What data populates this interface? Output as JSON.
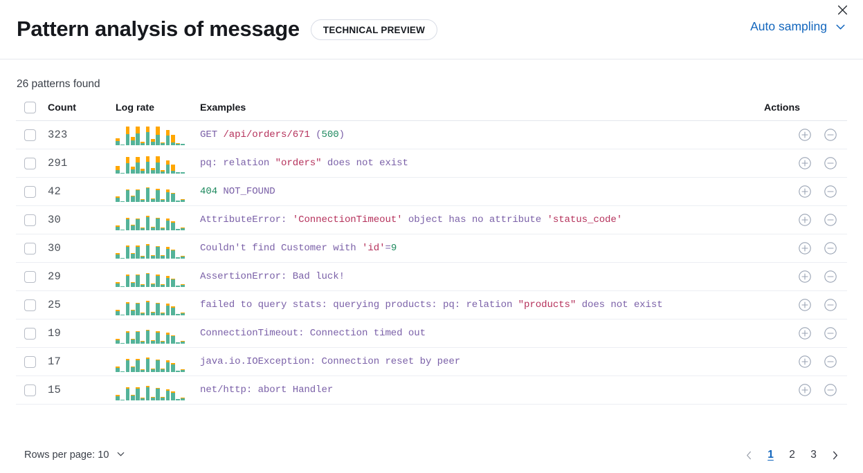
{
  "header": {
    "title": "Pattern analysis of message",
    "badge": "TECHNICAL PREVIEW",
    "sampling_label": "Auto sampling",
    "close_icon": "close-icon",
    "chevron_icon": "chevron-down-icon"
  },
  "summary": {
    "patterns_found": "26 patterns found"
  },
  "table": {
    "columns": {
      "select": "",
      "count": "Count",
      "log_rate": "Log rate",
      "examples": "Examples",
      "actions": "Actions"
    },
    "rows": [
      {
        "count": "323",
        "example": "GET /api/orders/671 (500)",
        "tokens": [
          {
            "t": "GET ",
            "k": "plain"
          },
          {
            "t": "/api/orders/671",
            "k": "str"
          },
          {
            "t": " (",
            "k": "plain"
          },
          {
            "t": "500",
            "k": "num"
          },
          {
            "t": ")",
            "k": "plain"
          }
        ],
        "spark": [
          {
            "t": 22,
            "o": 16
          },
          {
            "t": 4,
            "o": 0
          },
          {
            "t": 58,
            "o": 42
          },
          {
            "t": 26,
            "o": 18
          },
          {
            "t": 62,
            "o": 38
          },
          {
            "t": 12,
            "o": 8
          },
          {
            "t": 68,
            "o": 32
          },
          {
            "t": 20,
            "o": 12
          },
          {
            "t": 56,
            "o": 44
          },
          {
            "t": 10,
            "o": 6
          },
          {
            "t": 52,
            "o": 28
          },
          {
            "t": 16,
            "o": 40
          },
          {
            "t": 6,
            "o": 4
          },
          {
            "t": 9,
            "o": 0
          }
        ]
      },
      {
        "count": "291",
        "example": "pq: relation \"orders\" does not exist",
        "tokens": [
          {
            "t": "pq: relation ",
            "k": "plain"
          },
          {
            "t": "\"orders\"",
            "k": "str"
          },
          {
            "t": " does not exist",
            "k": "plain"
          }
        ],
        "spark": [
          {
            "t": 20,
            "o": 22
          },
          {
            "t": 4,
            "o": 0
          },
          {
            "t": 54,
            "o": 34
          },
          {
            "t": 22,
            "o": 16
          },
          {
            "t": 58,
            "o": 30
          },
          {
            "t": 14,
            "o": 10
          },
          {
            "t": 64,
            "o": 26
          },
          {
            "t": 18,
            "o": 12
          },
          {
            "t": 58,
            "o": 32
          },
          {
            "t": 12,
            "o": 8
          },
          {
            "t": 48,
            "o": 22
          },
          {
            "t": 14,
            "o": 34
          },
          {
            "t": 6,
            "o": 3
          },
          {
            "t": 9,
            "o": 0
          }
        ]
      },
      {
        "count": "42",
        "example": "404 NOT_FOUND",
        "tokens": [
          {
            "t": "404",
            "k": "num"
          },
          {
            "t": " NOT_FOUND",
            "k": "plain"
          }
        ],
        "spark": [
          {
            "t": 22,
            "o": 6
          },
          {
            "t": 4,
            "o": 0
          },
          {
            "t": 62,
            "o": 5
          },
          {
            "t": 28,
            "o": 4
          },
          {
            "t": 62,
            "o": 4
          },
          {
            "t": 10,
            "o": 3
          },
          {
            "t": 72,
            "o": 6
          },
          {
            "t": 16,
            "o": 4
          },
          {
            "t": 64,
            "o": 5
          },
          {
            "t": 12,
            "o": 4
          },
          {
            "t": 52,
            "o": 14
          },
          {
            "t": 44,
            "o": 4
          },
          {
            "t": 6,
            "o": 3
          },
          {
            "t": 11,
            "o": 5
          }
        ]
      },
      {
        "count": "30",
        "example": "AttributeError: 'ConnectionTimeout' object has no attribute 'status_code'",
        "tokens": [
          {
            "t": "AttributeError: ",
            "k": "plain"
          },
          {
            "t": "'ConnectionTimeout'",
            "k": "str"
          },
          {
            "t": " object has no attribute ",
            "k": "plain"
          },
          {
            "t": "'status_code'",
            "k": "str"
          }
        ],
        "spark": [
          {
            "t": 20,
            "o": 6
          },
          {
            "t": 4,
            "o": 0
          },
          {
            "t": 60,
            "o": 6
          },
          {
            "t": 26,
            "o": 4
          },
          {
            "t": 60,
            "o": 4
          },
          {
            "t": 12,
            "o": 4
          },
          {
            "t": 70,
            "o": 7
          },
          {
            "t": 16,
            "o": 4
          },
          {
            "t": 62,
            "o": 5
          },
          {
            "t": 12,
            "o": 4
          },
          {
            "t": 50,
            "o": 12
          },
          {
            "t": 42,
            "o": 4
          },
          {
            "t": 6,
            "o": 3
          },
          {
            "t": 10,
            "o": 5
          }
        ]
      },
      {
        "count": "30",
        "example": "Couldn't find Customer with 'id'=9",
        "tokens": [
          {
            "t": "Couldn't find Customer with ",
            "k": "plain"
          },
          {
            "t": "'id'",
            "k": "str"
          },
          {
            "t": "=",
            "k": "plain"
          },
          {
            "t": "9",
            "k": "num"
          }
        ],
        "spark": [
          {
            "t": 22,
            "o": 7
          },
          {
            "t": 4,
            "o": 0
          },
          {
            "t": 62,
            "o": 6
          },
          {
            "t": 24,
            "o": 4
          },
          {
            "t": 64,
            "o": 4
          },
          {
            "t": 11,
            "o": 4
          },
          {
            "t": 70,
            "o": 6
          },
          {
            "t": 15,
            "o": 4
          },
          {
            "t": 62,
            "o": 5
          },
          {
            "t": 13,
            "o": 4
          },
          {
            "t": 50,
            "o": 12
          },
          {
            "t": 44,
            "o": 4
          },
          {
            "t": 6,
            "o": 3
          },
          {
            "t": 10,
            "o": 5
          }
        ]
      },
      {
        "count": "29",
        "example": "AssertionError: Bad luck!",
        "tokens": [
          {
            "t": "AssertionError: Bad luck!",
            "k": "plain"
          }
        ],
        "spark": [
          {
            "t": 20,
            "o": 7
          },
          {
            "t": 4,
            "o": 0
          },
          {
            "t": 60,
            "o": 6
          },
          {
            "t": 22,
            "o": 4
          },
          {
            "t": 62,
            "o": 4
          },
          {
            "t": 11,
            "o": 4
          },
          {
            "t": 68,
            "o": 6
          },
          {
            "t": 14,
            "o": 4
          },
          {
            "t": 60,
            "o": 5
          },
          {
            "t": 12,
            "o": 4
          },
          {
            "t": 48,
            "o": 12
          },
          {
            "t": 40,
            "o": 4
          },
          {
            "t": 6,
            "o": 3
          },
          {
            "t": 10,
            "o": 5
          }
        ]
      },
      {
        "count": "25",
        "example": "failed to query stats: querying products: pq: relation \"products\" does not exist",
        "tokens": [
          {
            "t": "failed to query stats: querying products: pq: relation ",
            "k": "plain"
          },
          {
            "t": "\"products\"",
            "k": "str"
          },
          {
            "t": " does not exist",
            "k": "plain"
          }
        ],
        "spark": [
          {
            "t": 22,
            "o": 7
          },
          {
            "t": 4,
            "o": 0
          },
          {
            "t": 62,
            "o": 6
          },
          {
            "t": 24,
            "o": 4
          },
          {
            "t": 62,
            "o": 4
          },
          {
            "t": 12,
            "o": 4
          },
          {
            "t": 70,
            "o": 6
          },
          {
            "t": 15,
            "o": 4
          },
          {
            "t": 62,
            "o": 5
          },
          {
            "t": 12,
            "o": 4
          },
          {
            "t": 50,
            "o": 12
          },
          {
            "t": 42,
            "o": 4
          },
          {
            "t": 6,
            "o": 3
          },
          {
            "t": 10,
            "o": 5
          }
        ]
      },
      {
        "count": "19",
        "example": "ConnectionTimeout: Connection timed out",
        "tokens": [
          {
            "t": "ConnectionTimeout: Connection timed out",
            "k": "plain"
          }
        ],
        "spark": [
          {
            "t": 20,
            "o": 7
          },
          {
            "t": 4,
            "o": 0
          },
          {
            "t": 60,
            "o": 6
          },
          {
            "t": 22,
            "o": 4
          },
          {
            "t": 62,
            "o": 4
          },
          {
            "t": 11,
            "o": 4
          },
          {
            "t": 68,
            "o": 6
          },
          {
            "t": 14,
            "o": 4
          },
          {
            "t": 60,
            "o": 5
          },
          {
            "t": 12,
            "o": 4
          },
          {
            "t": 48,
            "o": 12
          },
          {
            "t": 40,
            "o": 4
          },
          {
            "t": 6,
            "o": 3
          },
          {
            "t": 10,
            "o": 5
          }
        ]
      },
      {
        "count": "17",
        "example": "java.io.IOException: Connection reset by peer",
        "tokens": [
          {
            "t": "java.io.IOException: Connection reset by peer",
            "k": "plain"
          }
        ],
        "spark": [
          {
            "t": 22,
            "o": 7
          },
          {
            "t": 4,
            "o": 0
          },
          {
            "t": 62,
            "o": 6
          },
          {
            "t": 24,
            "o": 4
          },
          {
            "t": 64,
            "o": 4
          },
          {
            "t": 12,
            "o": 4
          },
          {
            "t": 70,
            "o": 6
          },
          {
            "t": 15,
            "o": 4
          },
          {
            "t": 62,
            "o": 5
          },
          {
            "t": 13,
            "o": 4
          },
          {
            "t": 50,
            "o": 12
          },
          {
            "t": 42,
            "o": 4
          },
          {
            "t": 6,
            "o": 3
          },
          {
            "t": 10,
            "o": 5
          }
        ]
      },
      {
        "count": "15",
        "example": "net/http: abort Handler",
        "tokens": [
          {
            "t": "net/http: abort Handler",
            "k": "plain"
          }
        ],
        "spark": [
          {
            "t": 22,
            "o": 7
          },
          {
            "t": 4,
            "o": 0
          },
          {
            "t": 62,
            "o": 6
          },
          {
            "t": 24,
            "o": 4
          },
          {
            "t": 64,
            "o": 6
          },
          {
            "t": 12,
            "o": 4
          },
          {
            "t": 70,
            "o": 6
          },
          {
            "t": 15,
            "o": 4
          },
          {
            "t": 62,
            "o": 5
          },
          {
            "t": 13,
            "o": 4
          },
          {
            "t": 50,
            "o": 8
          },
          {
            "t": 42,
            "o": 4
          },
          {
            "t": 6,
            "o": 3
          },
          {
            "t": 10,
            "o": 5
          }
        ]
      }
    ],
    "action_icons": {
      "add": "circle-plus-icon",
      "remove": "circle-minus-icon"
    }
  },
  "footer": {
    "rows_per_page": "Rows per page: 10",
    "pages": [
      "1",
      "2",
      "3"
    ],
    "active_page": "1",
    "prev_icon": "chevron-left-icon",
    "next_icon": "chevron-right-icon"
  },
  "colors": {
    "bar_primary": "#54b399",
    "bar_secondary": "#ffa600",
    "link": "#1266bd",
    "token_plain": "#7b61a8",
    "token_string": "#b5315b",
    "token_number": "#1f8a5f"
  }
}
